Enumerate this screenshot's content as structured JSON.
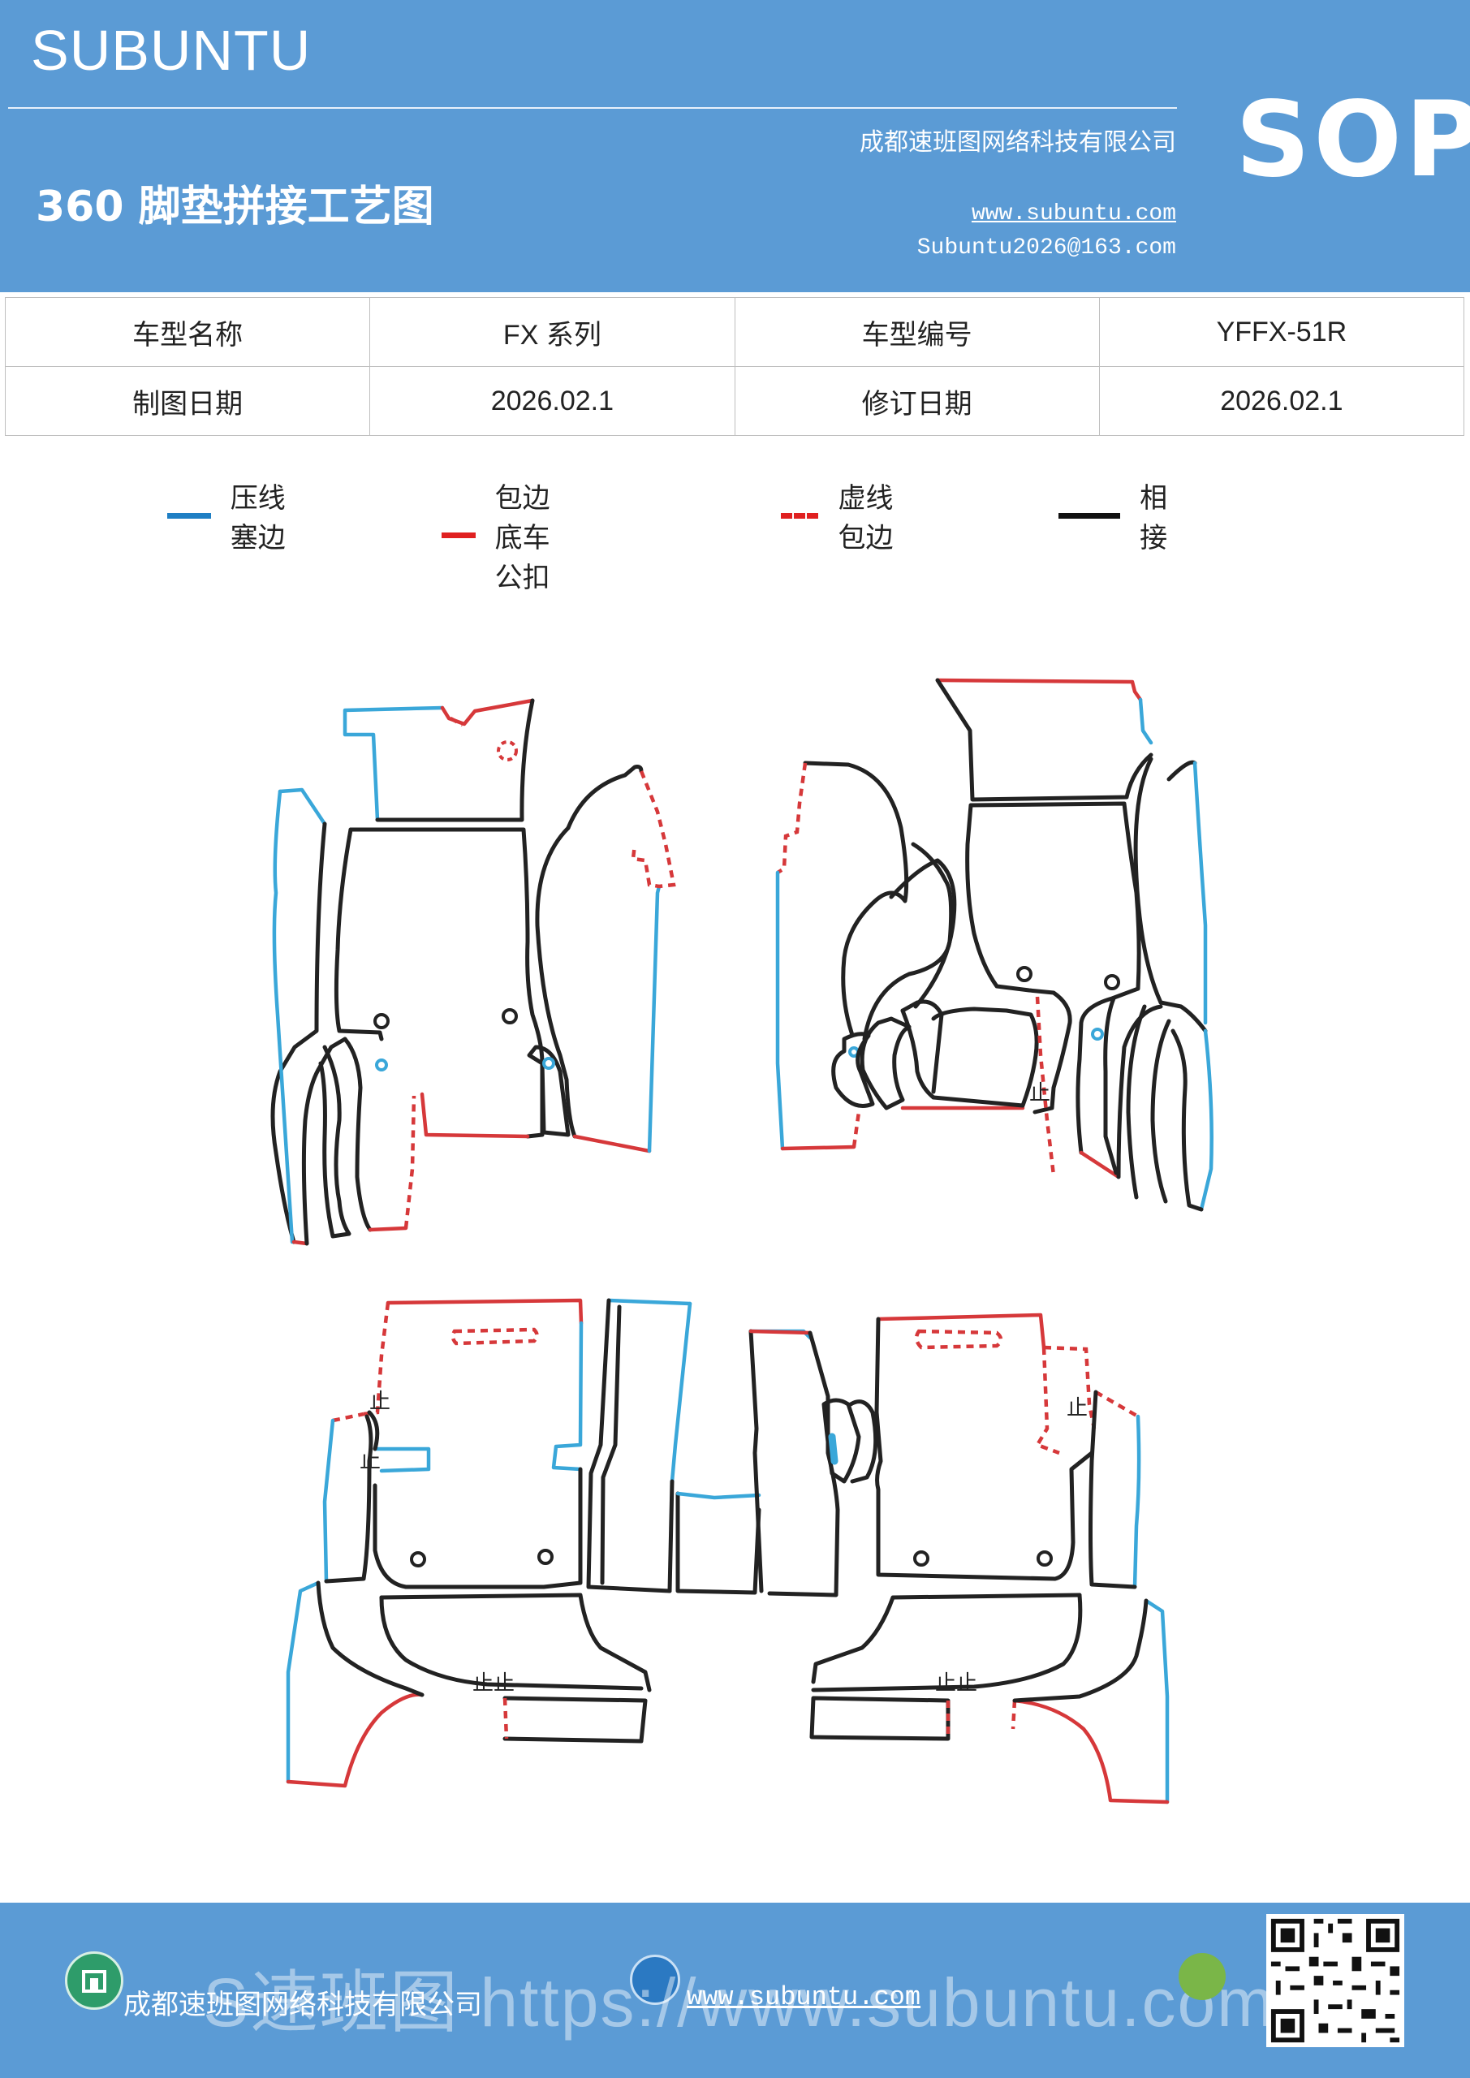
{
  "header": {
    "brand": "SUBUNTU",
    "title": "360 脚垫拼接工艺图",
    "company": "成都速班图网络科技有限公司",
    "website": "www.subuntu.com",
    "email": "Subuntu2026@163.com",
    "badge": "SOP"
  },
  "info_table": {
    "rows": [
      {
        "label_a": "车型名称",
        "value_a": "FX 系列",
        "label_b": "车型编号",
        "value_b": "YFFX-51R"
      },
      {
        "label_a": "制图日期",
        "value_a": "2026.02.1",
        "label_b": "修订日期",
        "value_b": "2026.02.1"
      }
    ]
  },
  "legend": [
    {
      "label": "压线塞边",
      "color": "#1f8fd0",
      "style": "solid"
    },
    {
      "label": "包边底车公扣",
      "color": "#e02020",
      "style": "solid"
    },
    {
      "label": "虚线包边",
      "color": "#e02020",
      "style": "dashed"
    },
    {
      "label": "相接",
      "color": "#111111",
      "style": "solid"
    }
  ],
  "drawing": {
    "colors": {
      "press": "#3aa7d9",
      "bind": "#d6383a",
      "join": "#222222"
    },
    "marker_glyph": "ᅮ止"
  },
  "footer": {
    "company": "成都速班图网络科技有限公司",
    "website": "www.subuntu.com",
    "watermark": "S速班图  https://www.subuntu.com"
  }
}
